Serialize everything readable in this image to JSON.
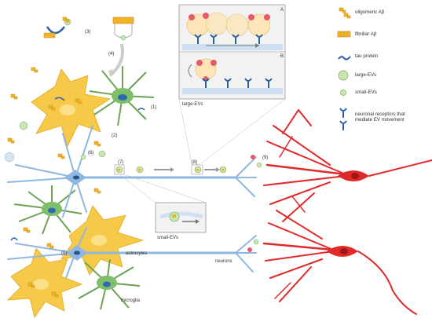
{
  "legend": {
    "oligomeric_label": "oligomeric Aβ",
    "fibrillar_label": "fibrillar Aβ",
    "tau_label": "tau protein",
    "large_ev_label": "large-EVs",
    "small_ev_label": "small-EVs",
    "receptor_label_line1": "neuronal receptors that",
    "receptor_label_line2": "mediate EV movement"
  },
  "inset": {
    "panel_a": "A",
    "panel_b": "B",
    "caption": "large-EVs"
  },
  "small_inset": {
    "caption": "small-EVs"
  },
  "steps": {
    "s1": "(1)",
    "s2": "(2)",
    "s3": "(3)",
    "s4": "(4)",
    "s5": "(5)",
    "s6": "(6)",
    "s7": "(7)",
    "s8": "(8)",
    "s9": "(9)"
  },
  "cells": {
    "astrocytes": "astrocytes",
    "microglia": "microglia",
    "neurons": "neurons"
  },
  "colors": {
    "astrocyte": "#f7c948",
    "microglia": "#7fbf6a",
    "neuron_blue": "#8fb8e0",
    "neuron_red": "#e02a2a",
    "amyloid": "#f0b428",
    "ev": "#a8d88c"
  }
}
